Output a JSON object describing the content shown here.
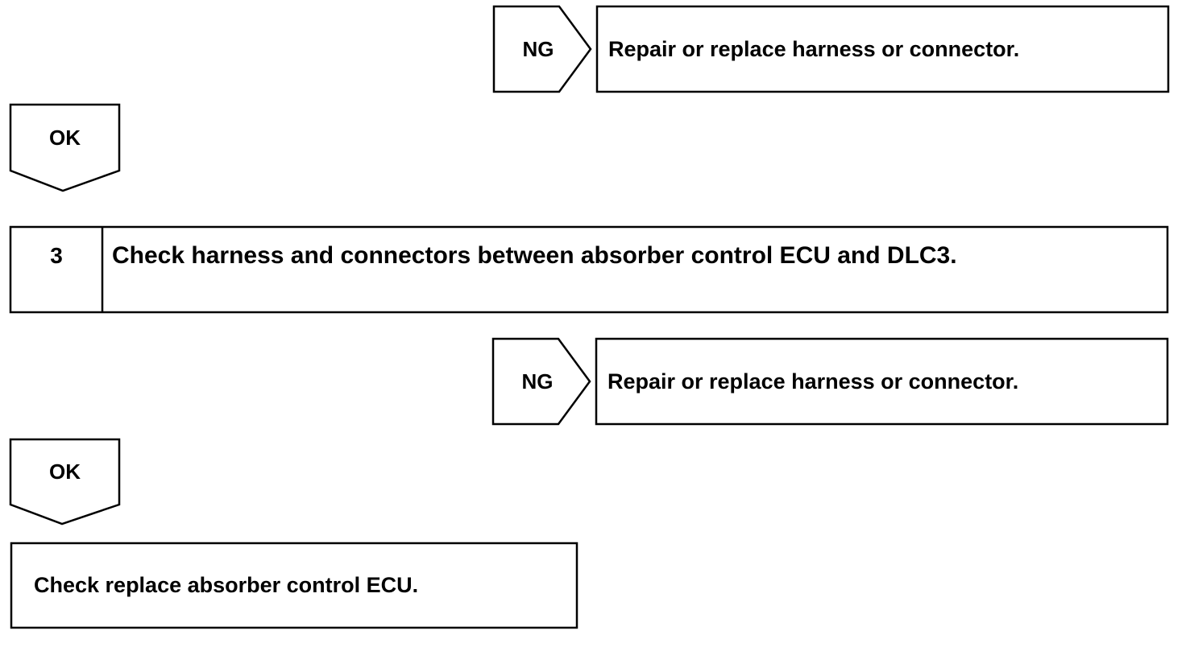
{
  "flow": {
    "ng_branch_1": {
      "label": "NG",
      "result": "Repair or replace harness or connector."
    },
    "ok_branch_1": {
      "label": "OK"
    },
    "step_3": {
      "number": "3",
      "text": "Check harness and connectors between absorber control ECU and DLC3."
    },
    "ng_branch_2": {
      "label": "NG",
      "result": "Repair or replace harness or connector."
    },
    "ok_branch_2": {
      "label": "OK"
    },
    "final": {
      "text": "Check replace absorber control ECU."
    }
  }
}
